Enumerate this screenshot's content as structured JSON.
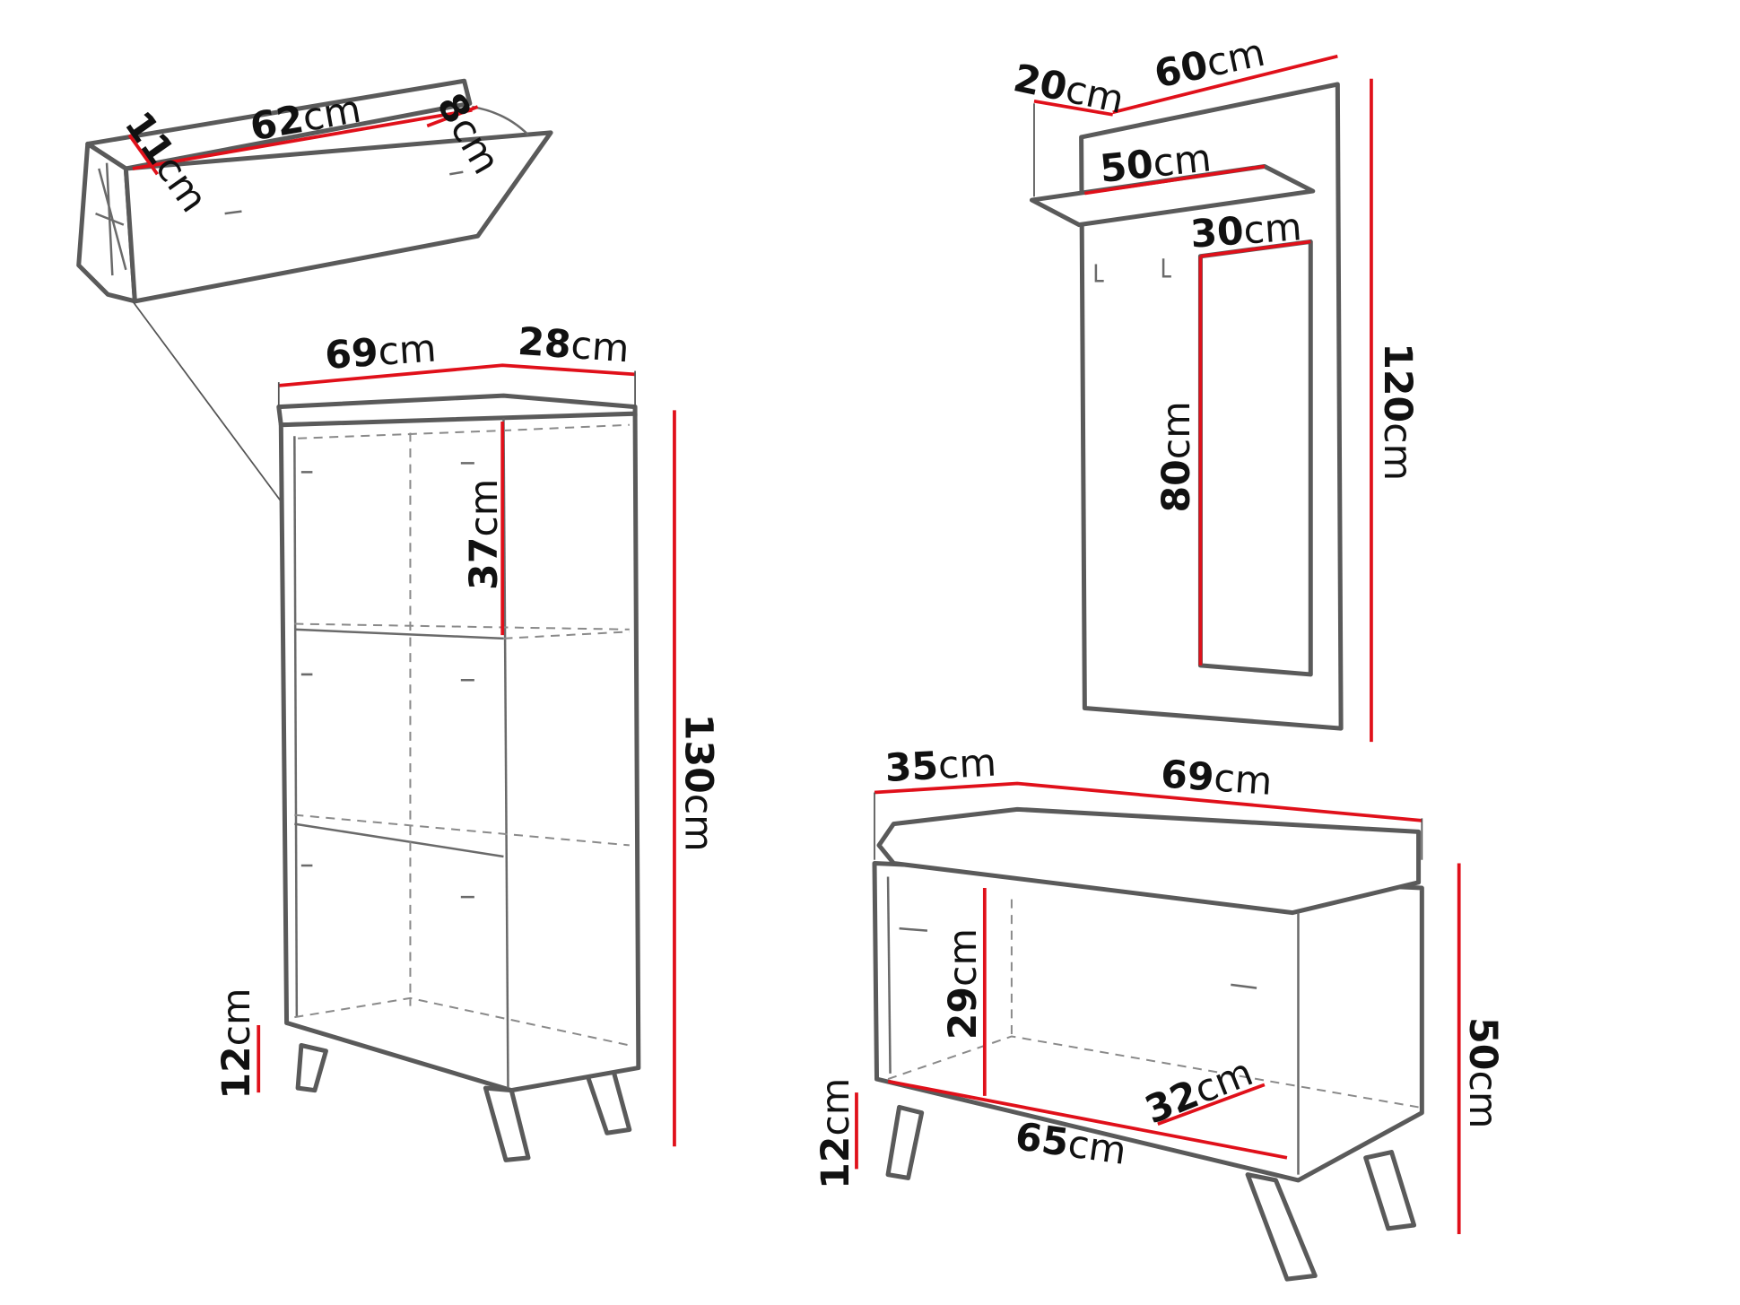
{
  "colors": {
    "outline": "#5a5a5a",
    "dimension_line": "#e0101a",
    "text": "#111111"
  },
  "labels": {
    "wall_shoe_width": {
      "num": "62",
      "unit": "cm"
    },
    "wall_shoe_depth": {
      "num": "11",
      "unit": "cm"
    },
    "wall_shoe_height": {
      "num": "8",
      "unit": "cm"
    },
    "cabinet_width": {
      "num": "69",
      "unit": "cm"
    },
    "cabinet_depth": {
      "num": "28",
      "unit": "cm"
    },
    "cabinet_shelf_height": {
      "num": "37",
      "unit": "cm"
    },
    "cabinet_height": {
      "num": "130",
      "unit": "cm"
    },
    "cabinet_leg_height": {
      "num": "12",
      "unit": "cm"
    },
    "panel_shelf_depth": {
      "num": "20",
      "unit": "cm"
    },
    "panel_width": {
      "num": "60",
      "unit": "cm"
    },
    "panel_shelf_width": {
      "num": "50",
      "unit": "cm"
    },
    "mirror_width": {
      "num": "30",
      "unit": "cm"
    },
    "mirror_height": {
      "num": "80",
      "unit": "cm"
    },
    "panel_height": {
      "num": "120",
      "unit": "cm"
    },
    "bench_depth": {
      "num": "35",
      "unit": "cm"
    },
    "bench_width": {
      "num": "69",
      "unit": "cm"
    },
    "bench_inner_height": {
      "num": "29",
      "unit": "cm"
    },
    "bench_inner_depth": {
      "num": "32",
      "unit": "cm"
    },
    "bench_inner_width": {
      "num": "65",
      "unit": "cm"
    },
    "bench_leg_height": {
      "num": "12",
      "unit": "cm"
    },
    "bench_height": {
      "num": "50",
      "unit": "cm"
    }
  }
}
